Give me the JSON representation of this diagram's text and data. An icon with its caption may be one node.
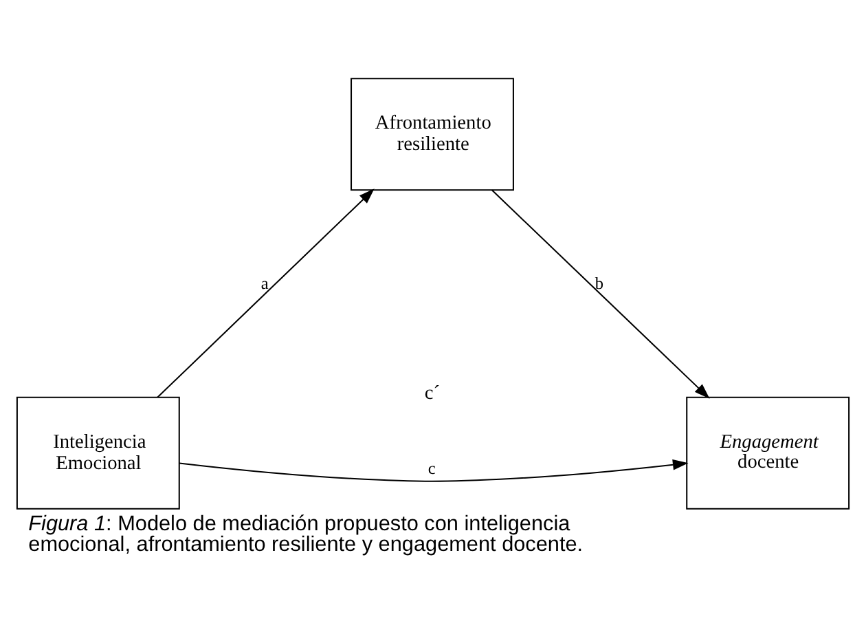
{
  "diagram": {
    "caption": "*Figura 1*: Modelo de mediación propuesto con inteligencia emocional, afrontamiento resiliente y engagement docente.",
    "nodes": [
      {
        "text": [
          "Inteligencia Emocional"
        ]
      },
      {
        "text": [
          "Afrontamiento resiliente"
        ]
      },
      {
        "text": [
          "*Engagement* docente"
        ]
      }
    ],
    "edges": [
      {
        "from": 0,
        "to": 1,
        "arrow": "to",
        "label": "a"
      },
      {
        "from": 1,
        "to": 2,
        "arrow": "to",
        "label": "b"
      },
      {
        "from": 0,
        "to": 2,
        "arrow": "to",
        "label": "c"
      }
    ],
    "labels": [
      "c´"
    ]
  }
}
